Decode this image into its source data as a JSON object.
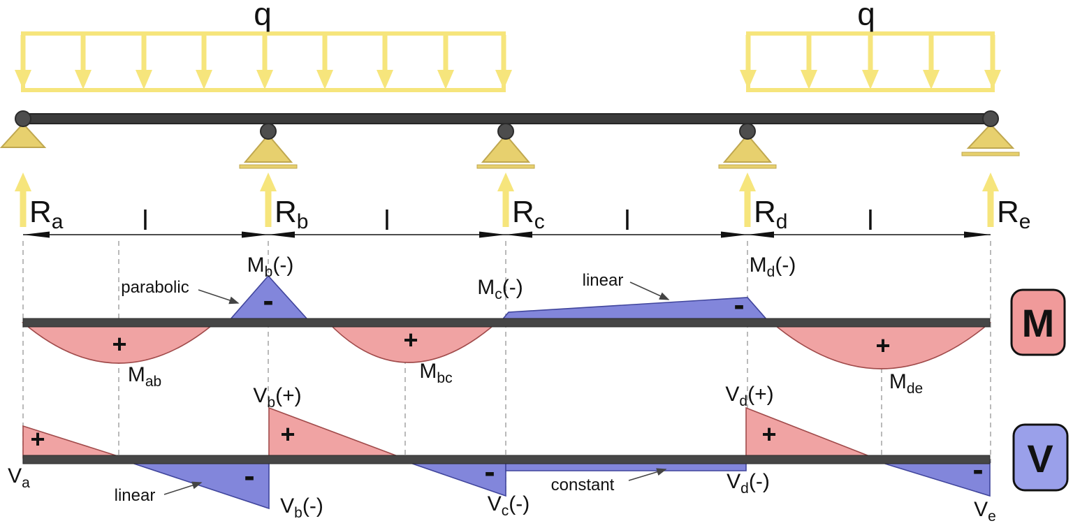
{
  "colors": {
    "load_yellow": "#F6E57C",
    "support_fill": "#E7D06E",
    "support_stroke": "#BFA74F",
    "beam": "#3B3B3B",
    "pin_fill": "#4D4D4D",
    "axis": "#464646",
    "positive_fill": "#F0A3A3",
    "positive_stroke": "#A04A4A",
    "negative_fill": "#8286DB",
    "negative_stroke": "#40459C",
    "legend_m_fill": "#F09A9A",
    "legend_v_fill": "#9AA0EA",
    "dashed": "#9C9C9C"
  },
  "loads": {
    "q1": "q",
    "q2": "q"
  },
  "reactions": {
    "ra": {
      "main": "R",
      "sub": "a"
    },
    "rb": {
      "main": "R",
      "sub": "b"
    },
    "rc": {
      "main": "R",
      "sub": "c"
    },
    "rd": {
      "main": "R",
      "sub": "d"
    },
    "re": {
      "main": "R",
      "sub": "e"
    }
  },
  "dimension": {
    "l1": "l",
    "l2": "l",
    "l3": "l",
    "l4": "l"
  },
  "moment": {
    "legend": "M",
    "mb": {
      "main": "M",
      "sub": "b",
      "suffix": "(-)"
    },
    "mc": {
      "main": "M",
      "sub": "c",
      "suffix": "(-)"
    },
    "md": {
      "main": "M",
      "sub": "d",
      "suffix": "(-)"
    },
    "mab": {
      "main": "M",
      "sub": "ab"
    },
    "mbc": {
      "main": "M",
      "sub": "bc"
    },
    "mde": {
      "main": "M",
      "sub": "de"
    },
    "ann_parabolic": "parabolic",
    "ann_linear": "linear",
    "plus": "+",
    "minus": "-"
  },
  "shear": {
    "legend": "V",
    "va": {
      "main": "V",
      "sub": "a"
    },
    "vbp": {
      "main": "V",
      "sub": "b",
      "suffix": "(+)"
    },
    "vbn": {
      "main": "V",
      "sub": "b",
      "suffix": "(-)"
    },
    "vcn": {
      "main": "V",
      "sub": "c",
      "suffix": "(-)"
    },
    "vdp": {
      "main": "V",
      "sub": "d",
      "suffix": "(+)"
    },
    "vdn": {
      "main": "V",
      "sub": "d",
      "suffix": "(-)"
    },
    "ve": {
      "main": "V",
      "sub": "e"
    },
    "ann_linear": "linear",
    "ann_constant": "constant",
    "plus": "+",
    "minus": "-"
  }
}
